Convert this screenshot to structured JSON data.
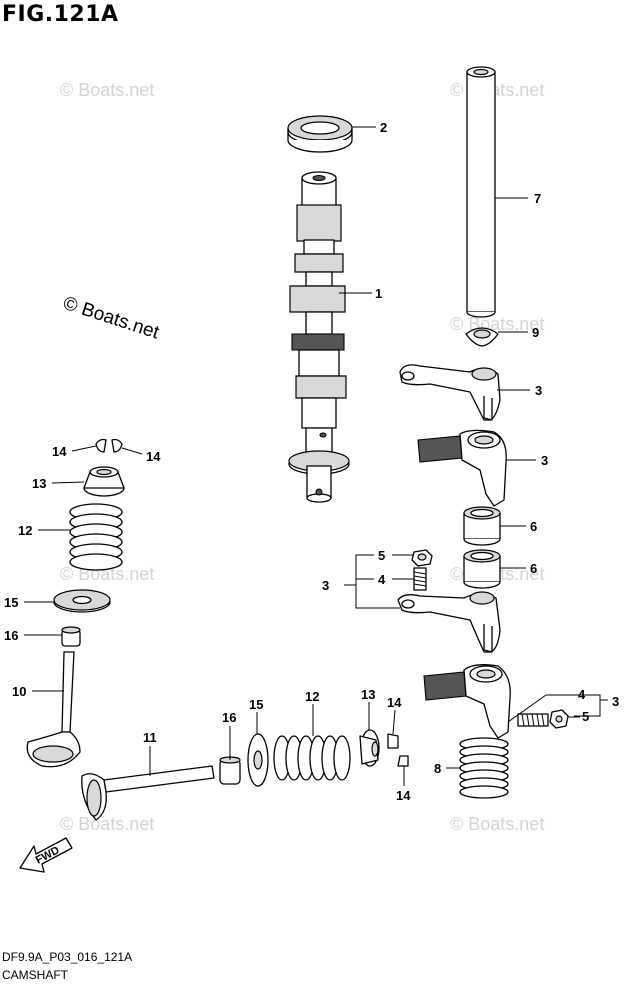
{
  "figure": {
    "title": "FIG.121A",
    "drawing_code": "DF9.9A_P03_016_121A",
    "caption": "CAMSHAFT"
  },
  "watermarks": {
    "faint": "© Boats.net",
    "prominent": "© Boats.net"
  },
  "fwd_label": "FWD",
  "callouts": {
    "c1": "1",
    "c2": "2",
    "c3a": "3",
    "c3b": "3",
    "c3c": "3",
    "c3d": "3",
    "c4a": "4",
    "c4b": "4",
    "c5a": "5",
    "c5b": "5",
    "c6a": "6",
    "c6b": "6",
    "c7": "7",
    "c8": "8",
    "c9": "9",
    "c10": "10",
    "c11": "11",
    "c12a": "12",
    "c12b": "12",
    "c13a": "13",
    "c13b": "13",
    "c14a": "14",
    "c14b": "14",
    "c14c": "14",
    "c14d": "14",
    "c15a": "15",
    "c15b": "15",
    "c16a": "16",
    "c16b": "16"
  },
  "colors": {
    "line": "#000000",
    "watermark": "#d4d4d4",
    "fill": "#ffffff",
    "shade": "#d9d9d9"
  }
}
